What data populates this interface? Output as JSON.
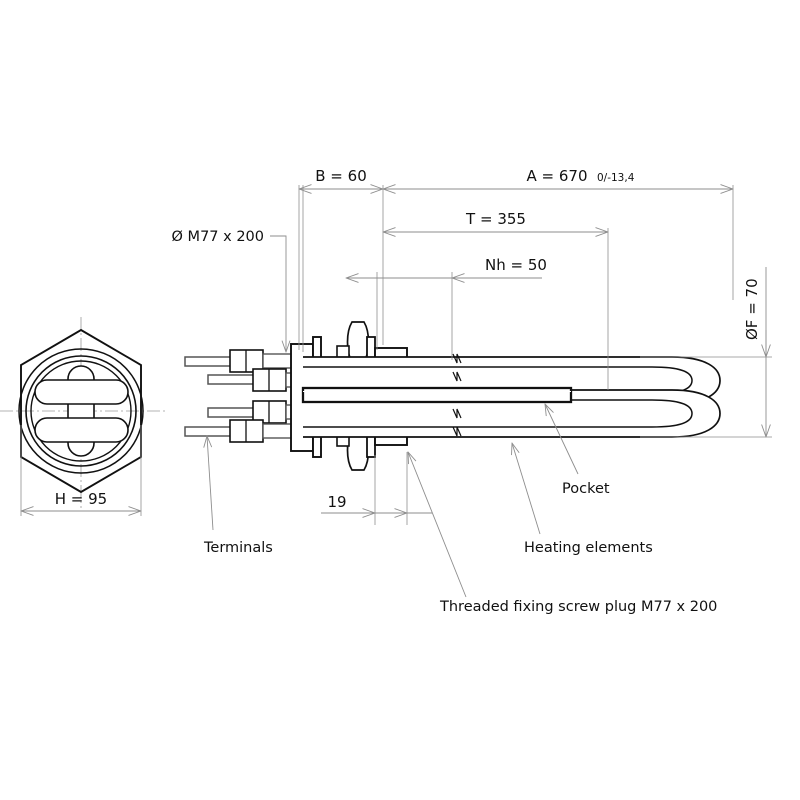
{
  "drawing": {
    "title": "Immersion heater with threaded screw plug - technical drawing",
    "type": "engineering-drawing",
    "units": "mm"
  },
  "colors": {
    "outline": "#111111",
    "thin_outline": "#555555",
    "dimension_line": "#8e8e8e",
    "center_line": "#9a9a9a",
    "leader_line": "#8e8e8e",
    "background": "#ffffff",
    "text": "#111111"
  },
  "dimensions": {
    "B": {
      "label": "B = 60",
      "value": 60,
      "name": "B"
    },
    "A": {
      "label": "A = 670",
      "value": 670,
      "name": "A",
      "tolerance": "0/-13,4"
    },
    "T": {
      "label": "T = 355",
      "value": 355,
      "name": "T"
    },
    "Nh": {
      "label": "Nh = 50",
      "value": 50,
      "name": "Nh"
    },
    "F": {
      "label": "ØF = 70",
      "value": 70,
      "name": "ØF"
    },
    "H": {
      "label": "H = 95",
      "value": 95,
      "name": "H"
    },
    "nineteen": {
      "label": "19",
      "value": 19,
      "name": "19"
    }
  },
  "callouts": {
    "thread_top": "Ø M77 x 200",
    "terminals": "Terminals",
    "heating_elements": "Heating elements",
    "pocket": "Pocket",
    "screw_plug": "Threaded fixing screw plug M77 x 200"
  },
  "views": {
    "front": {
      "name": "hexagon-front-view"
    },
    "side": {
      "name": "side-section-view"
    }
  }
}
